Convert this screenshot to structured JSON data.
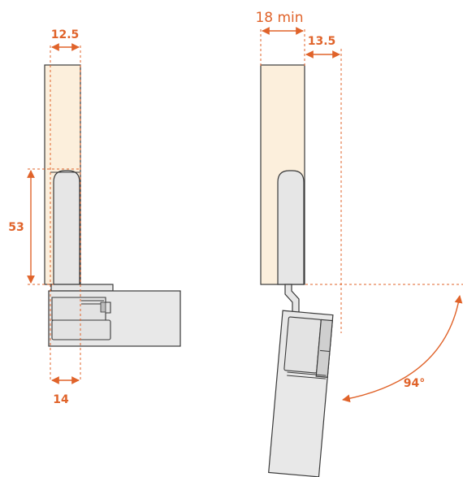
{
  "diagram": {
    "left_view": {
      "dim_top": "12.5",
      "dim_side": "53",
      "dim_bottom": "14"
    },
    "right_view": {
      "dim_top_left": "18 min",
      "dim_top_right": "13.5",
      "angle": "94°"
    },
    "colors": {
      "accent": "#e0632a",
      "wood": "#fcefdc",
      "metal": "#e6e6e6",
      "outline": "#3a3a3a"
    }
  }
}
